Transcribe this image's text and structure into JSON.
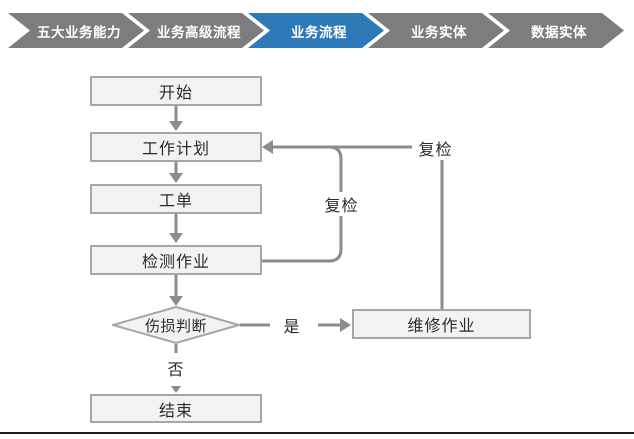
{
  "nav": {
    "active_color": "#2E79B8",
    "inactive_color": "#7D7D7D",
    "text_color": "#FFFFFF",
    "steps": [
      {
        "label": "五大业务能力",
        "active": false
      },
      {
        "label": "业务高级流程",
        "active": false
      },
      {
        "label": "业务流程",
        "active": true
      },
      {
        "label": "业务实体",
        "active": false
      },
      {
        "label": "数据实体",
        "active": false
      }
    ]
  },
  "flowchart": {
    "colors": {
      "node_fill": "#F2F2F2",
      "node_border": "#A6A6A6",
      "connector": "#8C8C8C"
    },
    "nodes": [
      {
        "id": "start",
        "label": "开始",
        "type": "process"
      },
      {
        "id": "work-plan",
        "label": "工作计划",
        "type": "process"
      },
      {
        "id": "work-order",
        "label": "工单",
        "type": "process"
      },
      {
        "id": "inspection",
        "label": "检测作业",
        "type": "process"
      },
      {
        "id": "damage-decision",
        "label": "伤损判断",
        "type": "decision"
      },
      {
        "id": "repair",
        "label": "维修作业",
        "type": "process"
      },
      {
        "id": "end",
        "label": "结束",
        "type": "process"
      }
    ],
    "edge_labels": {
      "yes": "是",
      "no": "否",
      "recheck_inner": "复检",
      "recheck_outer": "复检"
    }
  }
}
